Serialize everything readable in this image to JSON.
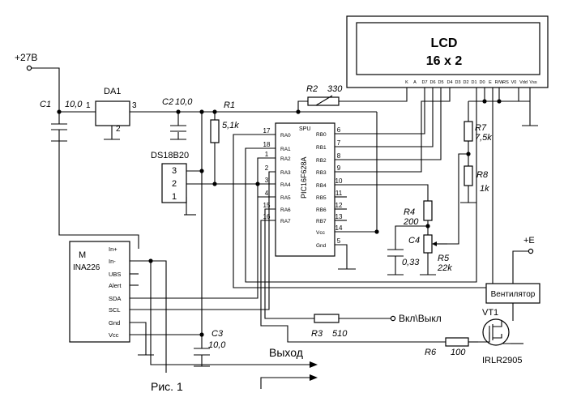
{
  "supply": {
    "plus27": "+27В",
    "plusE": "+E"
  },
  "lcd": {
    "line1": "LCD",
    "line2": "16 x 2",
    "pins": [
      "K",
      "A",
      "D7",
      "D6",
      "D5",
      "D4",
      "D3",
      "D2",
      "D1",
      "D0",
      "E",
      "R/W",
      "RS",
      "V0",
      "Vdd",
      "Vss"
    ]
  },
  "parts": {
    "c1": "C1",
    "c1_val": "10,0",
    "da1": "DA1",
    "da1_pin1": "1",
    "da1_pin2": "2",
    "da1_pin3": "3",
    "c2": "C2",
    "c2_val": "10,0",
    "r1": "R1",
    "r1_val": "5,1k",
    "r2": "R2",
    "r2_val": "330",
    "r3": "R3",
    "r3_val": "510",
    "r4": "R4",
    "r4_val": "200",
    "r5": "R5",
    "r5_val": "22k",
    "r6": "R6",
    "r6_val": "100",
    "r7": "R7",
    "r7_val": "7,5k",
    "r8": "R8",
    "r8_val": "1k",
    "c3": "C3",
    "c3_val": "10,0",
    "c4": "C4",
    "c4_val": "0,33",
    "vt1": "VT1",
    "vt1_type": "IRLR2905"
  },
  "ds18b20": {
    "label": "DS18B20",
    "pins": [
      "3",
      "2",
      "1"
    ]
  },
  "mcu": {
    "name": "PIC16F628A",
    "spu": "SPU",
    "left": [
      {
        "num": "17",
        "name": "RA0"
      },
      {
        "num": "18",
        "name": "RA1"
      },
      {
        "num": "1",
        "name": "RA2"
      },
      {
        "num": "2",
        "name": "RA3"
      },
      {
        "num": "3",
        "name": "RA4"
      },
      {
        "num": "4",
        "name": "RA5"
      },
      {
        "num": "15",
        "name": "RA6"
      },
      {
        "num": "16",
        "name": "RA7"
      }
    ],
    "right": [
      {
        "num": "6",
        "name": "RB0"
      },
      {
        "num": "7",
        "name": "RB1"
      },
      {
        "num": "8",
        "name": "RB2"
      },
      {
        "num": "9",
        "name": "RB3"
      },
      {
        "num": "10",
        "name": "RB4"
      },
      {
        "num": "11",
        "name": "RB5"
      },
      {
        "num": "12",
        "name": "RB6"
      },
      {
        "num": "13",
        "name": "RB7"
      },
      {
        "num": "14",
        "name": "Vcc"
      },
      {
        "num": "5",
        "name": "Gnd"
      }
    ]
  },
  "ina": {
    "m": "M",
    "name": "INA226",
    "pins": [
      "In+",
      "In-",
      "UBS",
      "Alert",
      "SDA",
      "SCL",
      "Gnd",
      "Vcc"
    ]
  },
  "fan": "Вентилятор",
  "switch": "Вкл\\Выкл",
  "output": "Выход",
  "caption": "Рис. 1"
}
